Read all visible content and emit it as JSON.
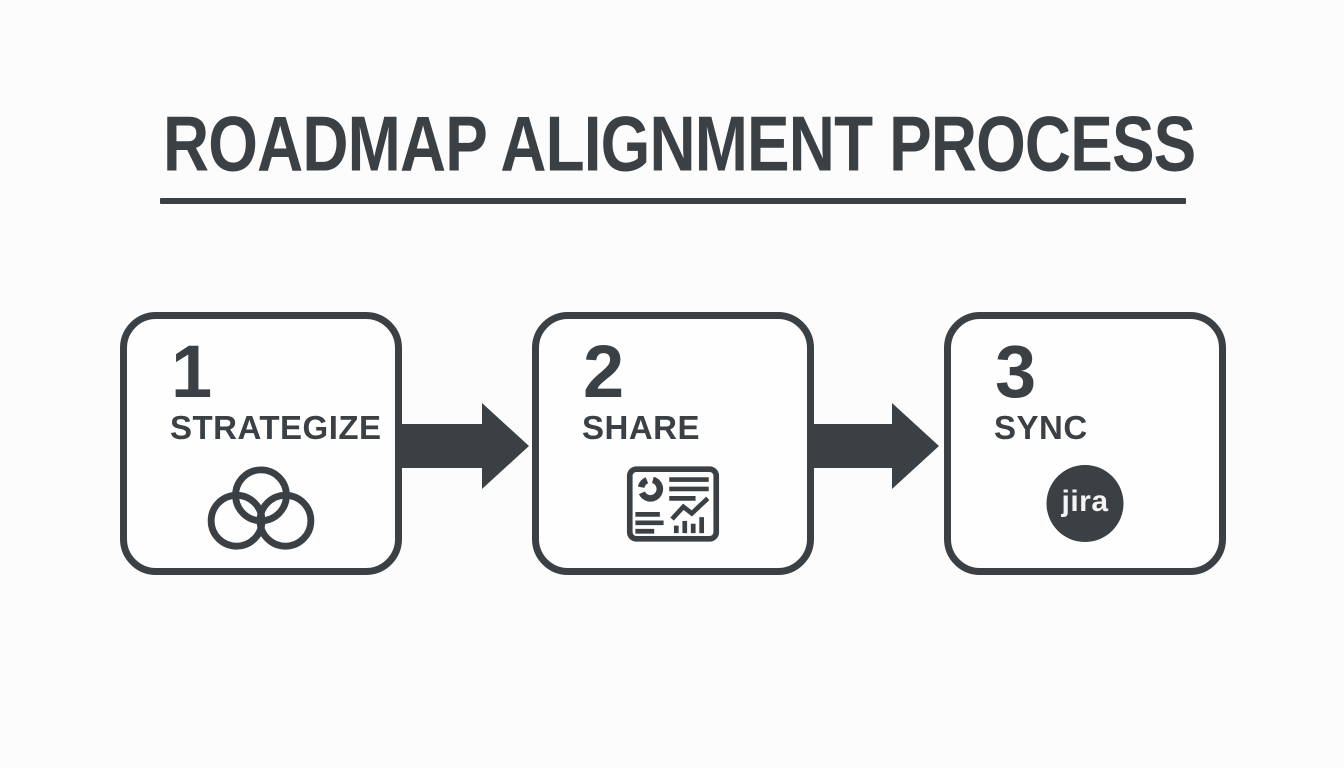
{
  "title": "ROADMAP ALIGNMENT PROCESS",
  "colors": {
    "ink": "#3b4045",
    "background": "#fcfcfc",
    "box_fill": "#fefefe",
    "logo_text_color": "#f4f4f4"
  },
  "steps": [
    {
      "number": "1",
      "label": "STRATEGIZE",
      "icon": "venn-diagram-icon"
    },
    {
      "number": "2",
      "label": "SHARE",
      "icon": "report-dashboard-icon"
    },
    {
      "number": "3",
      "label": "SYNC",
      "icon": "jira-logo",
      "logo_text": "jira"
    }
  ],
  "connectors": [
    {
      "icon": "arrow-right-icon"
    },
    {
      "icon": "arrow-right-icon"
    }
  ]
}
